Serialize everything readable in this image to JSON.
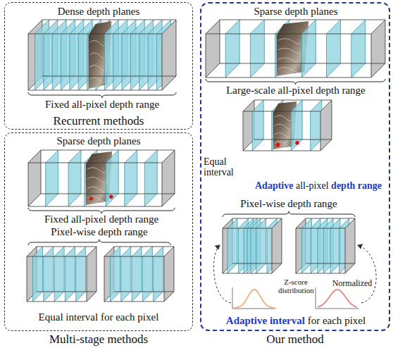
{
  "diagram": {
    "nodes": [
      {
        "text": [
          "Recurrent methods"
        ]
      },
      {
        "text": [
          "Multi-stage methods"
        ]
      },
      {
        "text": [
          "Our method"
        ]
      }
    ],
    "labels": [
      "Dense depth planes",
      "Fixed all-pixel depth range",
      "Sparse depth planes",
      "Fixed all-pixel depth range",
      "Pixel-wise depth range",
      "Equal interval for each pixel",
      "Sparse depth planes",
      "Large-scale all-pixel depth range",
      "Equal interval",
      "Adaptive all-pixel depth range",
      "Pixel-wise depth range",
      "Z-score distribution",
      "Normalized",
      "Adaptive interval for each pixel"
    ]
  }
}
